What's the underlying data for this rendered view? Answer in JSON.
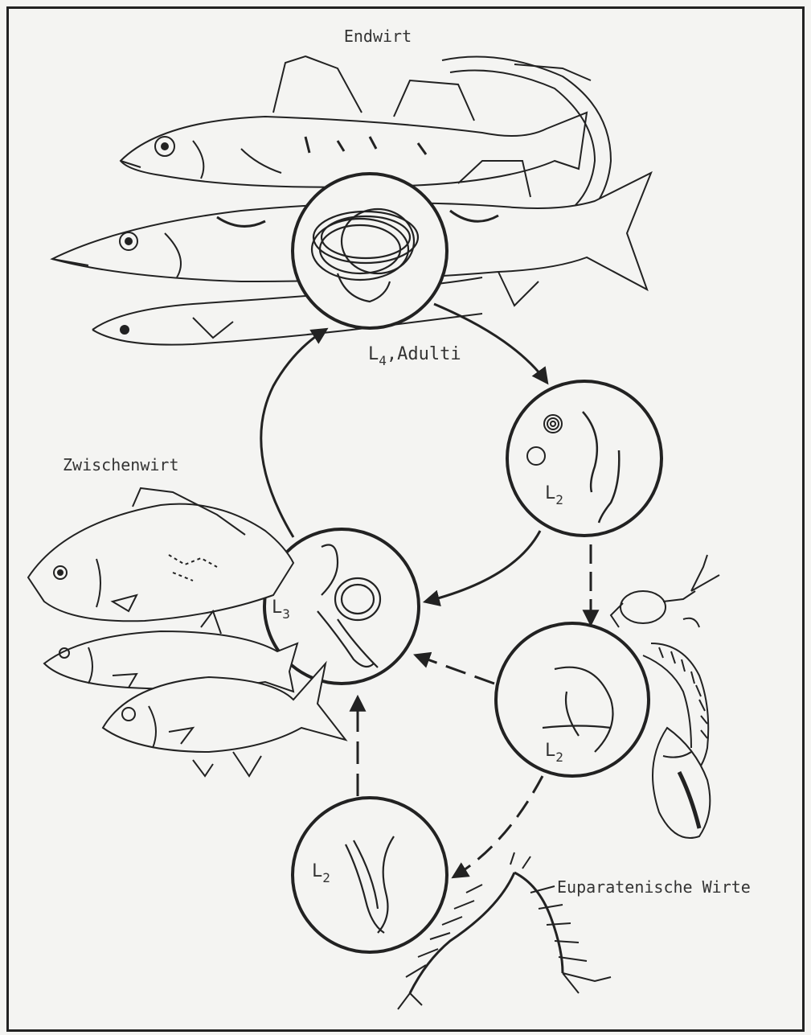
{
  "labels": {
    "endwirt": "Endwirt",
    "zwischenwirt": "Zwischenwirt",
    "euparatenische_wirte": "Euparatenische Wirte"
  },
  "stages": {
    "adult": {
      "letter": "L",
      "sub": "4",
      "suffix": ",Adulti"
    },
    "l2_free": {
      "letter": "L",
      "sub": "2"
    },
    "l2_copepod": {
      "letter": "L",
      "sub": "2"
    },
    "l2_paratenic": {
      "letter": "L",
      "sub": "2"
    },
    "l3": {
      "letter": "L",
      "sub": "3"
    }
  },
  "icons": [
    "fish-icon",
    "worm-icon",
    "copepod-icon",
    "oligochaete-icon",
    "snail-icon",
    "insect-larva-icon",
    "egg-icon"
  ],
  "colors": {
    "ink": "#222222",
    "paper": "#f4f4f2"
  }
}
